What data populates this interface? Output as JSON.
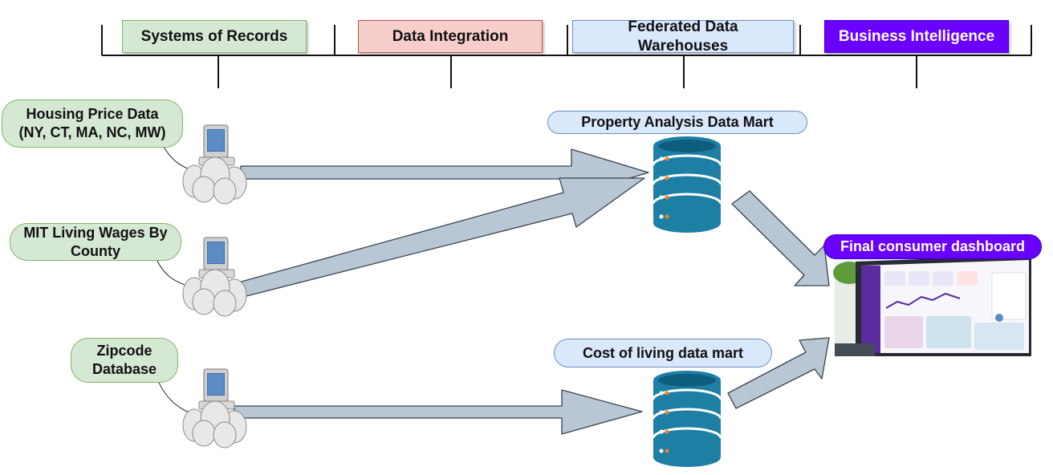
{
  "stages": [
    {
      "label": "Systems of Records",
      "fill": "#d5e8d4",
      "stroke": "#82b366",
      "text_color": "#111111"
    },
    {
      "label": "Data Integration",
      "fill": "#f8cecc",
      "stroke": "#b85450",
      "text_color": "#111111"
    },
    {
      "label": "Federated Data Warehouses",
      "fill": "#dae8fc",
      "stroke": "#6c8ebf",
      "text_color": "#111111"
    },
    {
      "label": "Business Intelligence",
      "fill": "#6a00ff",
      "stroke": "#3700cc",
      "text_color": "#ffffff"
    }
  ],
  "sources": [
    {
      "label": "Housing Price Data (NY, CT, MA, NC, MW)",
      "icon": "server-terminal-icon"
    },
    {
      "label": "MIT Living Wages By County",
      "icon": "server-terminal-icon"
    },
    {
      "label": "Zipcode Database",
      "icon": "server-terminal-icon"
    }
  ],
  "data_marts": [
    {
      "label": "Property Analysis Data Mart",
      "icon": "database-icon"
    },
    {
      "label": "Cost of living data mart",
      "icon": "database-icon"
    }
  ],
  "dashboard": {
    "label": "Final consumer dashboard",
    "image": "tablet-dashboard-photo"
  },
  "colors": {
    "arrow_fill": "#b9c7d4",
    "arrow_stroke": "#36434e",
    "db_fill": "#1e7fa4",
    "db_dark": "#0f5d7e",
    "db_led": "#f58220"
  }
}
